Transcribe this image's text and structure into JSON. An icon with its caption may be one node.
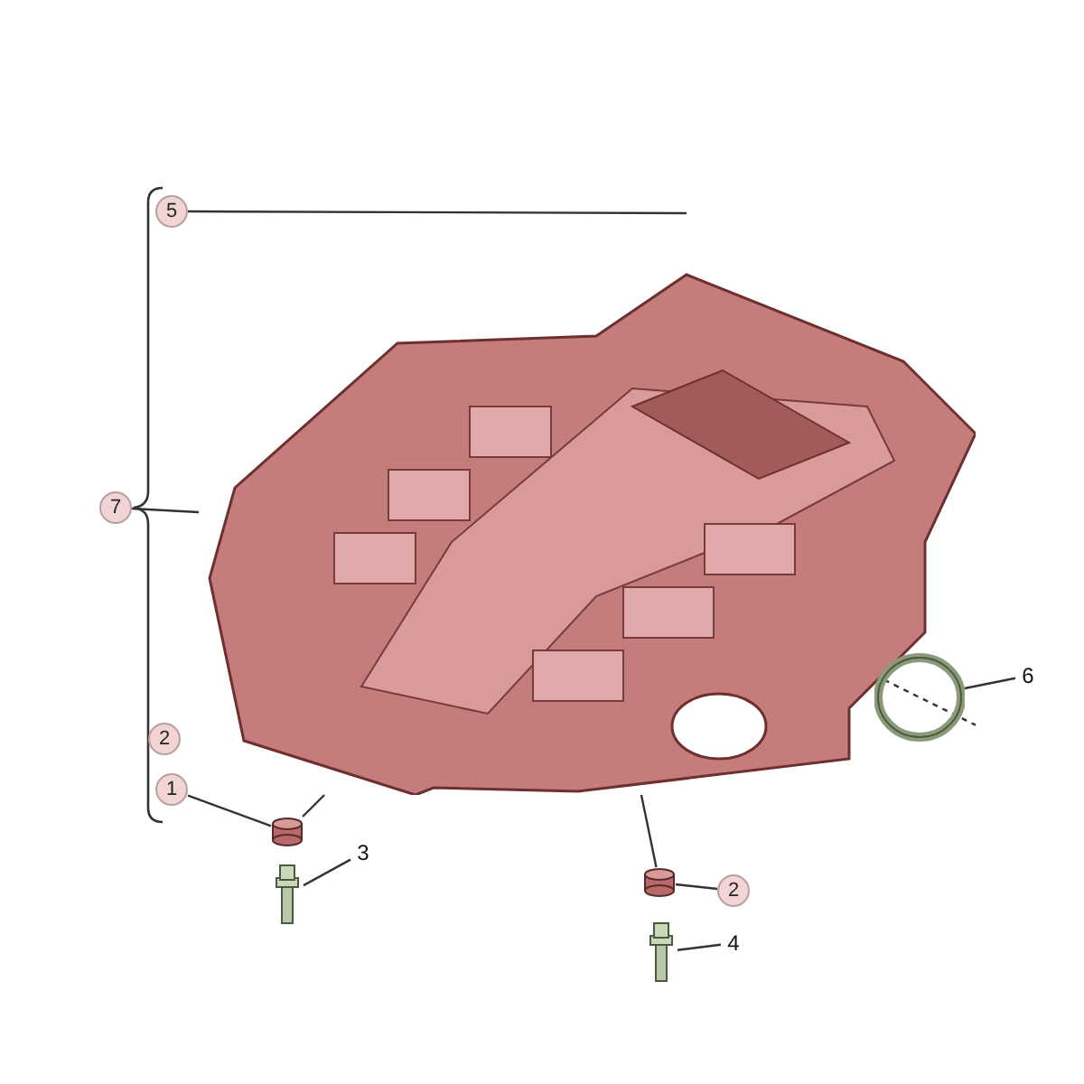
{
  "diagram": {
    "nodes": [
      {
        "text": [],
        "shape": "picture"
      },
      {
        "text": [
          "5"
        ]
      },
      {
        "text": [
          "7"
        ]
      },
      {
        "text": [
          "1"
        ]
      },
      {
        "text": [
          "3"
        ]
      },
      {
        "text": [
          "6"
        ]
      },
      {
        "text": [
          "2"
        ]
      },
      {
        "text": [
          "4"
        ]
      },
      {
        "text": [],
        "shape": "cylinder"
      },
      {
        "text": [],
        "shape": "picture"
      },
      {
        "text": [],
        "shape": "cylinder"
      },
      {
        "text": [],
        "shape": "picture"
      },
      {
        "text": [],
        "shape": "picture"
      },
      {
        "text": [
          "2"
        ]
      }
    ],
    "edges": [
      {
        "from": 1,
        "to": null,
        "arrow": "none"
      },
      {
        "from": 2,
        "to": 0,
        "arrow": "none"
      },
      {
        "from": 3,
        "to": 8,
        "arrow": "none"
      },
      {
        "from": 4,
        "to": 9,
        "arrow": "none"
      },
      {
        "from": 5,
        "to": 12,
        "arrow": "none"
      },
      {
        "from": 6,
        "to": 10,
        "arrow": "none"
      },
      {
        "from": 7,
        "to": 11,
        "arrow": "none"
      },
      {
        "from": 8,
        "to": 0,
        "arrow": "none"
      },
      {
        "from": 10,
        "to": 0,
        "arrow": "none"
      },
      {
        "from": 12,
        "to": 0,
        "arrow": "none",
        "style": "dashed"
      }
    ]
  }
}
